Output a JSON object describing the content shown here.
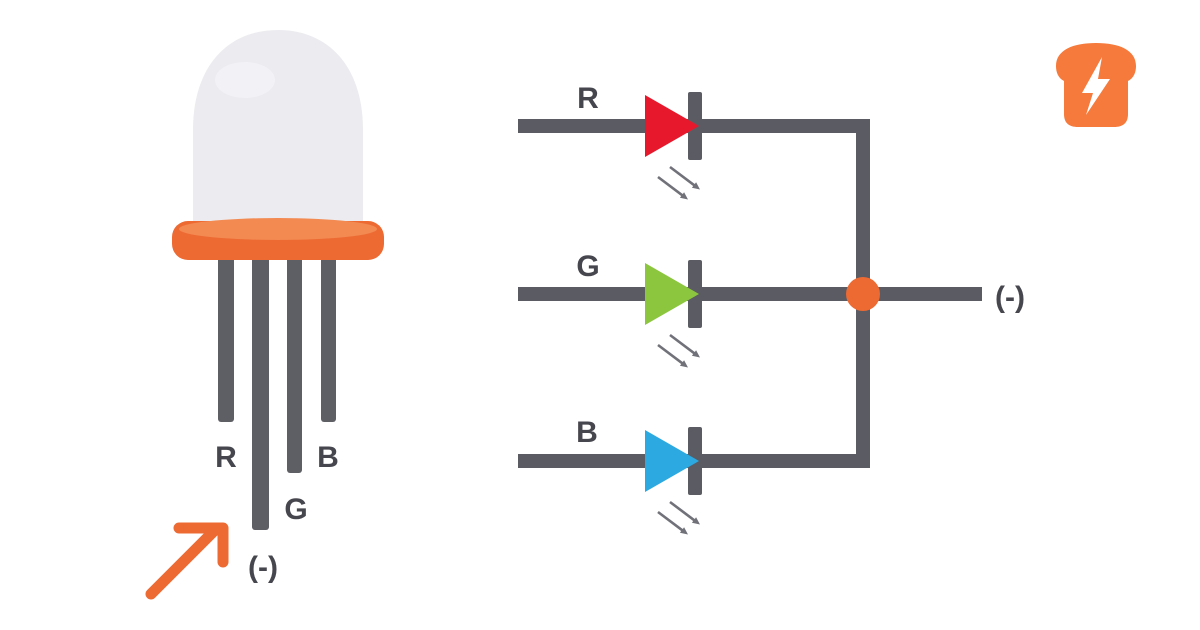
{
  "colors": {
    "background": "#FFFFFF",
    "orange": "#ED6A33",
    "orange_light": "#F28A52",
    "logo_orange": "#F57A3B",
    "wire_gray": "#5B5B63",
    "leg_gray": "#5E5E65",
    "text_gray": "#46464E",
    "emission_gray": "#71717A",
    "dome_gray": "#ECECF0",
    "red": "#E7182C",
    "green": "#8CC63E",
    "blue": "#2BA9E0"
  },
  "led_illustration": {
    "pins": [
      {
        "id": "red",
        "label": "R"
      },
      {
        "id": "cathode",
        "label": "(-)"
      },
      {
        "id": "green",
        "label": "G"
      },
      {
        "id": "blue",
        "label": "B"
      }
    ]
  },
  "schematic": {
    "branches": [
      {
        "id": "red",
        "label": "R",
        "color": "#E7182C"
      },
      {
        "id": "green",
        "label": "G",
        "color": "#8CC63E"
      },
      {
        "id": "blue",
        "label": "B",
        "color": "#2BA9E0"
      }
    ],
    "common_cathode_label": "(-)"
  },
  "icons": {
    "logo": "toast-lightning-icon",
    "emission_arrows": "light-emission-arrows-icon",
    "pointer_arrow": "cathode-pointer-arrow-icon"
  }
}
